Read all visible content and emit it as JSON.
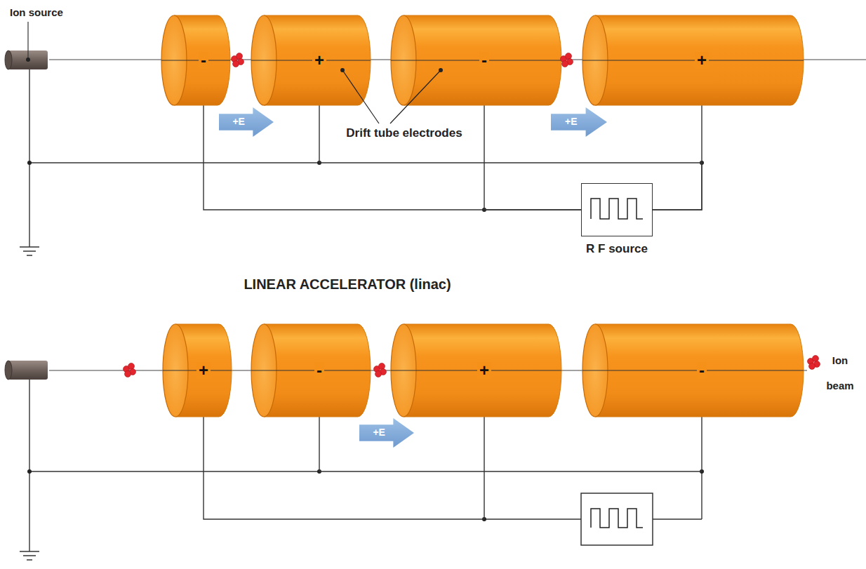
{
  "diagram": {
    "title": "LINEAR ACCELERATOR (linac)",
    "nodes": [
      {
        "text": [
          "-"
        ]
      },
      {
        "text": [
          "+E"
        ]
      },
      {
        "text": [
          "+"
        ]
      },
      {
        "text": [
          "-"
        ]
      },
      {
        "text": [
          "+E"
        ]
      },
      {
        "text": [
          "+"
        ]
      },
      {
        "text": [
          "R F source"
        ]
      },
      {
        "text": [
          "+"
        ]
      },
      {
        "text": [
          "-"
        ]
      },
      {
        "text": [
          "+E"
        ]
      },
      {
        "text": [
          "+"
        ]
      },
      {
        "text": [
          "-"
        ]
      }
    ],
    "edges": [
      {
        "from": 0,
        "to": 6,
        "arrow": "none"
      },
      {
        "from": 2,
        "to": 6,
        "arrow": "none"
      },
      {
        "from": 3,
        "to": 6,
        "arrow": "none"
      },
      {
        "from": 5,
        "to": 6,
        "arrow": "none"
      },
      {
        "from": 7,
        "to": 10,
        "arrow": "none"
      },
      {
        "from": 8,
        "to": 11,
        "arrow": "none"
      }
    ],
    "labels": [
      "Ion source",
      "Drift tube electrodes",
      "Ion beam"
    ]
  }
}
